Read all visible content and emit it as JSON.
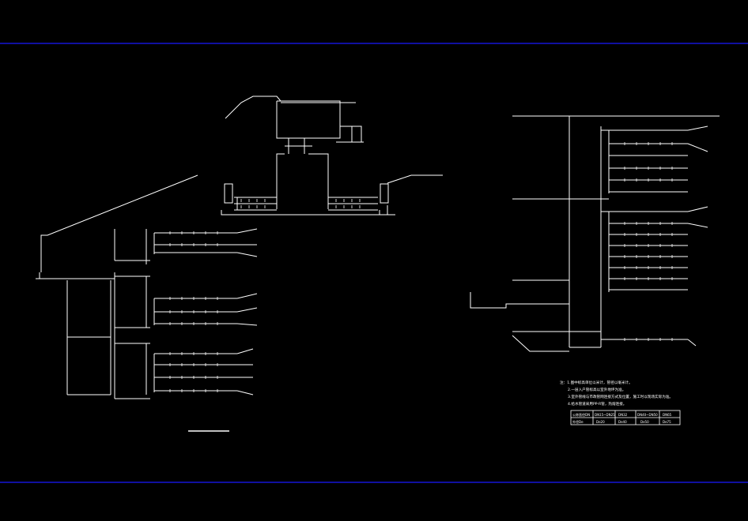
{
  "canvas": {
    "background": "#000000",
    "line_color": "#ffffff",
    "frame_color": "#1a1aff"
  },
  "notes": {
    "lines": [
      "注：1.图中标高单位以米计，管径以毫米计。",
      "2.一层入户管标高以室外地坪为准。",
      "3.室外管线与市政管网连接方式及位置，施工时以现场实际为准。",
      "4.给水管道采用PP-R管，热熔连接。"
    ]
  },
  "pipe_table": {
    "header": [
      "公称直径DN",
      "DN15~DN25",
      "DN32",
      "DN40~DN50",
      "DN65"
    ],
    "row": [
      "外径De",
      "De20",
      "De40",
      "De50",
      "De75"
    ]
  }
}
